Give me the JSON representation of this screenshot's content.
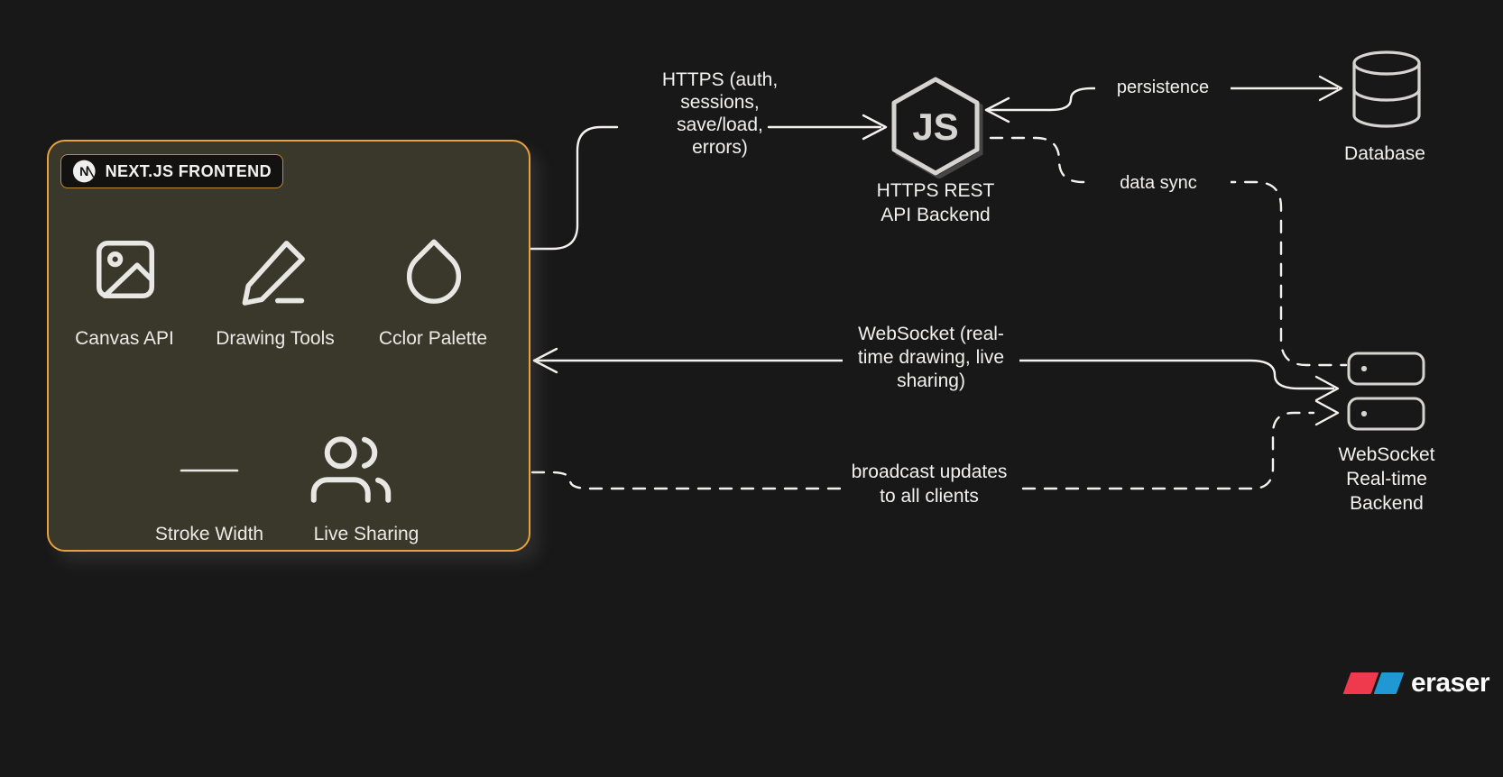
{
  "page": {
    "background": "#181818",
    "line_color": "#f4f2ef",
    "accent": "#e8a13c"
  },
  "frontend_group": {
    "title": "NEXT.JS FRONTEND",
    "logo_letter": "N",
    "fill": "#3a372b",
    "border_color": "#e8a13c",
    "items": [
      {
        "label": "Canvas API",
        "icon": "image-icon"
      },
      {
        "label": "Drawing Tools",
        "icon": "pencil-icon"
      },
      {
        "label": "Cclor Palette",
        "icon": "droplet-icon"
      },
      {
        "label": "Stroke Width",
        "icon": "horizontal-line-icon"
      },
      {
        "label": "Live Sharing",
        "icon": "users-icon"
      }
    ]
  },
  "nodes": {
    "api_backend": {
      "icon": "nodejs-hexagon-icon",
      "icon_text": "JS",
      "label": "HTTPS REST\nAPI Backend"
    },
    "database": {
      "icon": "database-cylinder-icon",
      "label": "Database"
    },
    "ws_backend": {
      "icon": "server-stack-icon",
      "label": "WebSocket\nReal-time\nBackend"
    }
  },
  "edges": [
    {
      "id": "https",
      "style": "solid",
      "label": "HTTPS (auth,\nsessions,\nsave/load,\nerrors)",
      "arrows": "frontend to api_backend"
    },
    {
      "id": "persistence",
      "style": "solid",
      "label": "persistence",
      "arrows": "api_backend and database (both ends)"
    },
    {
      "id": "data_sync",
      "style": "dashed",
      "label": "data sync",
      "arrows": "api_backend to ws_backend"
    },
    {
      "id": "websocket",
      "style": "solid",
      "label": "WebSocket (real-\ntime drawing, live\nsharing)",
      "arrows": "ws_backend and frontend (both ends)"
    },
    {
      "id": "broadcast",
      "style": "dashed",
      "label": "broadcast updates\nto all clients",
      "arrows": "frontend to ws_backend"
    }
  ],
  "branding": {
    "text": "eraser",
    "red": "#ee3a4c",
    "blue": "#2098d4"
  }
}
